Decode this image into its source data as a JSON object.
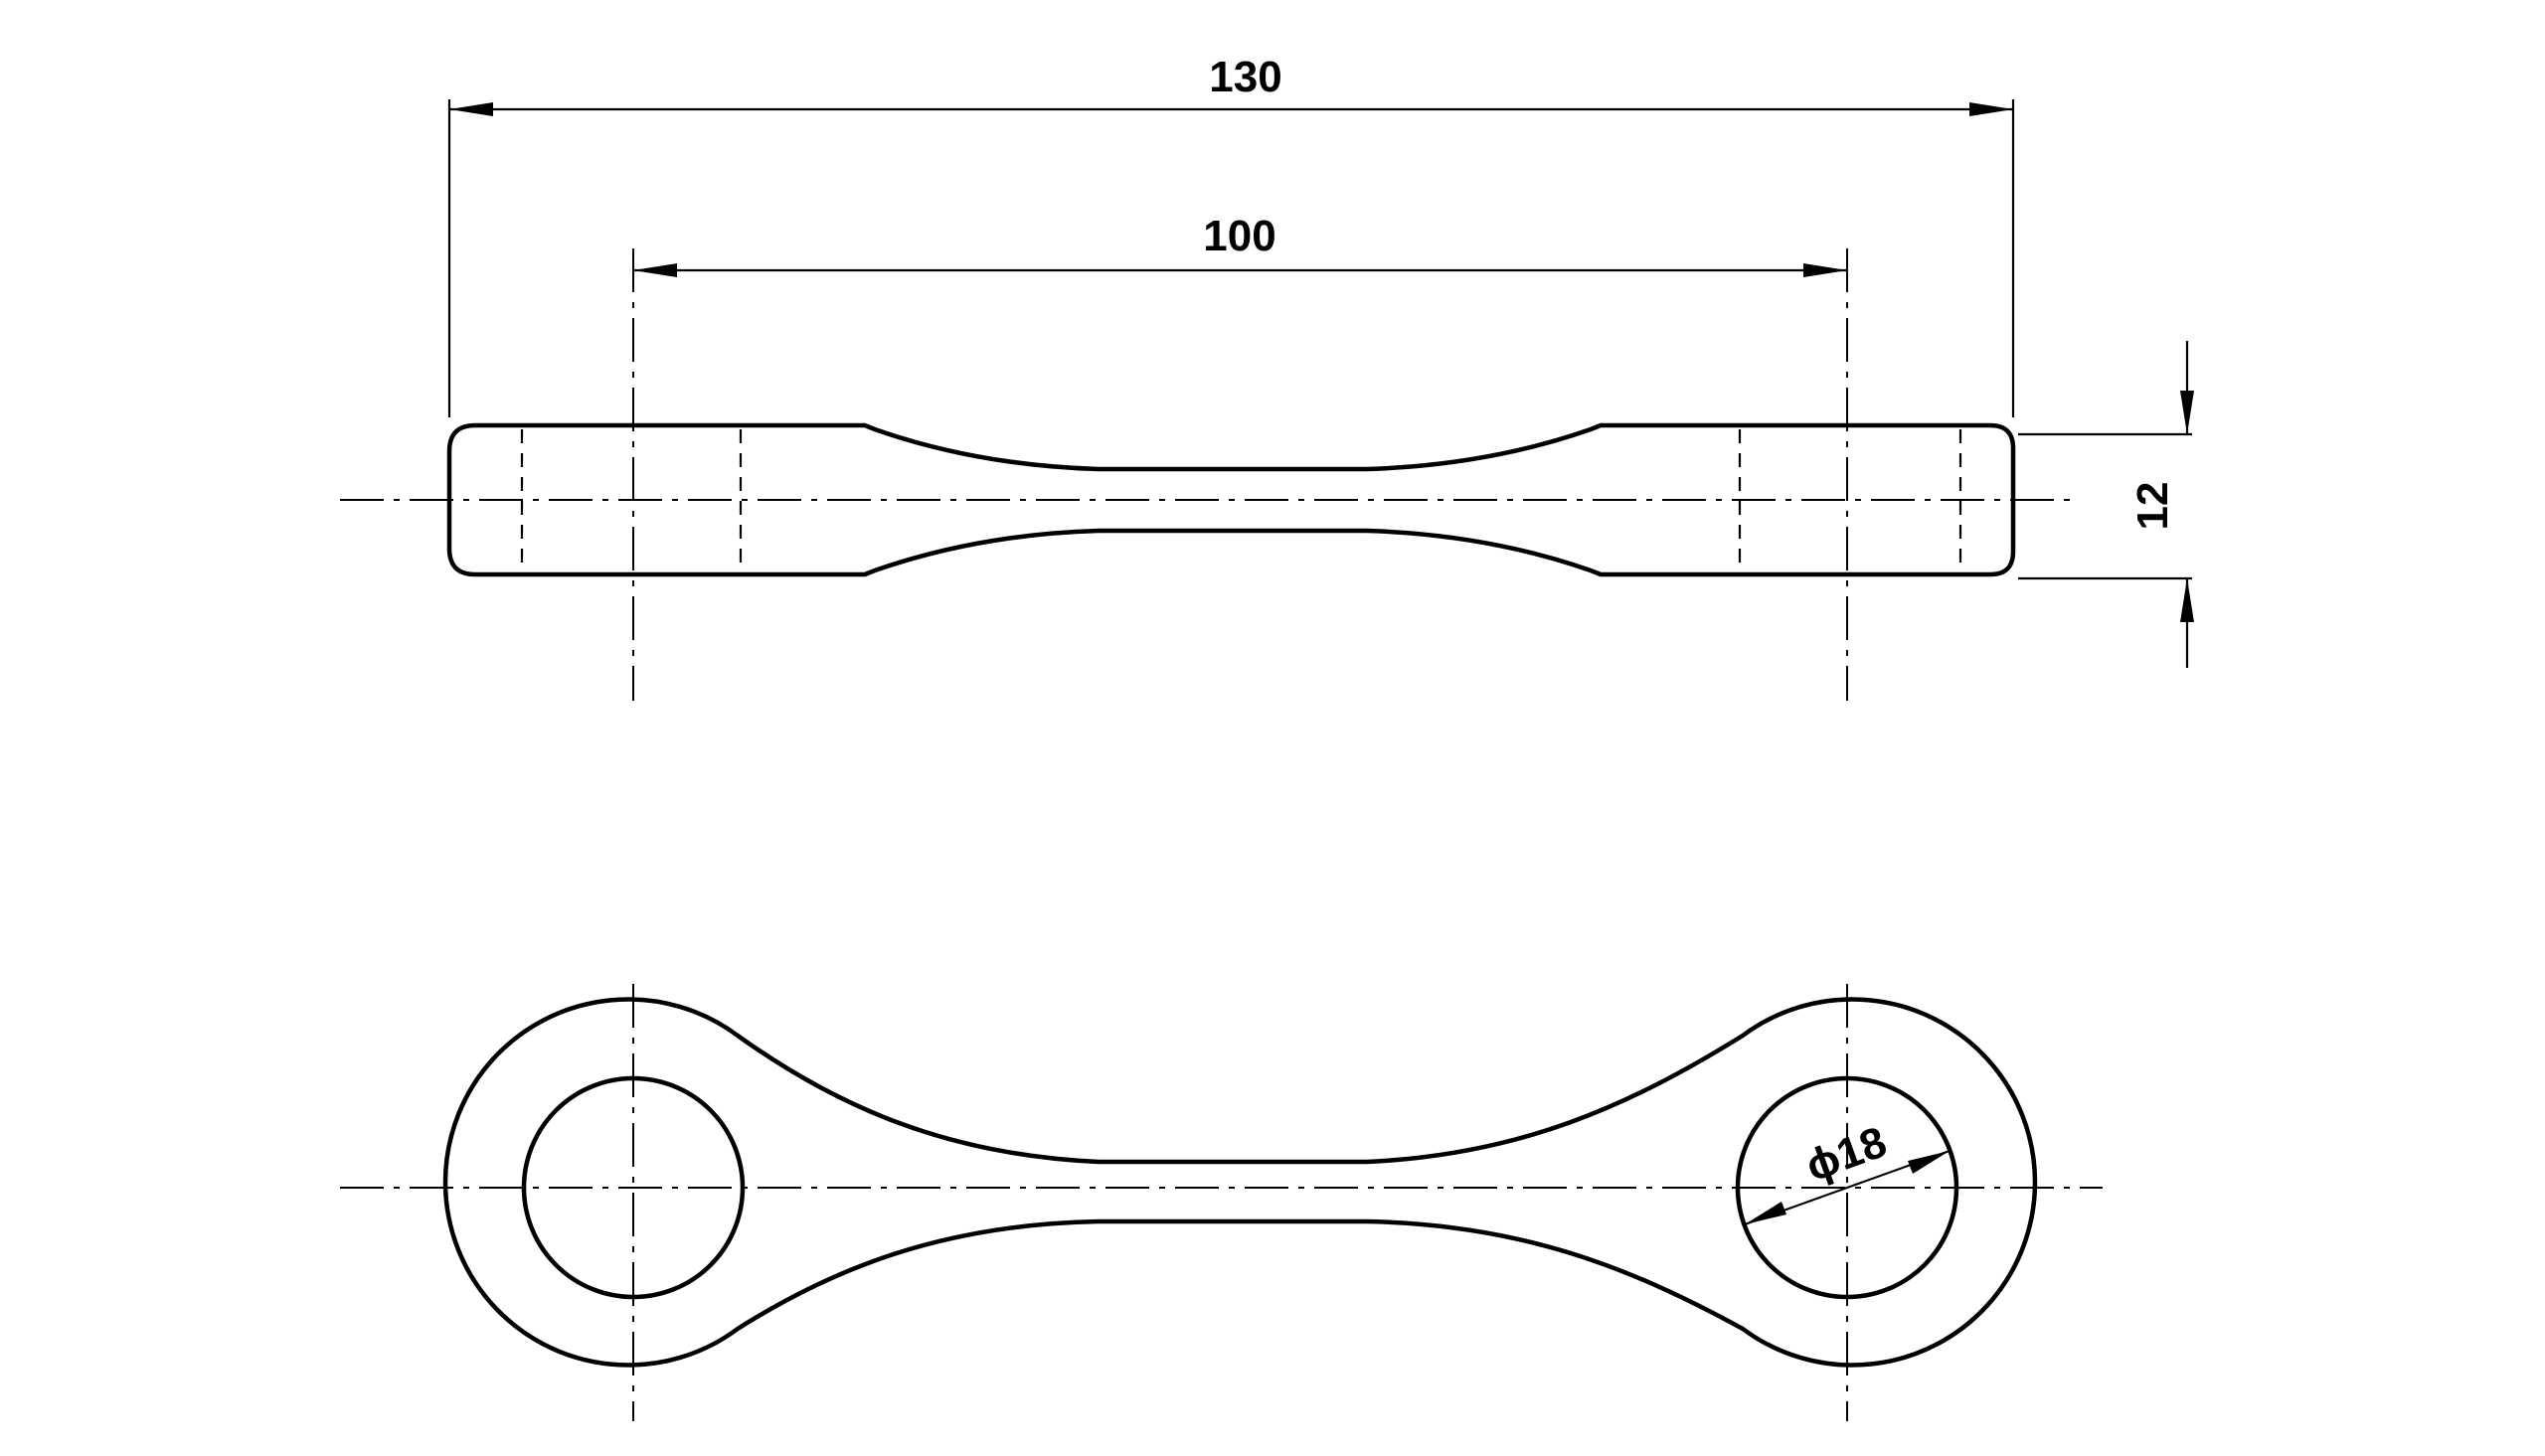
{
  "dimensions": {
    "overall_length": "130",
    "hole_spacing": "100",
    "thickness": "12",
    "hole_diameter": "ϕ18"
  }
}
